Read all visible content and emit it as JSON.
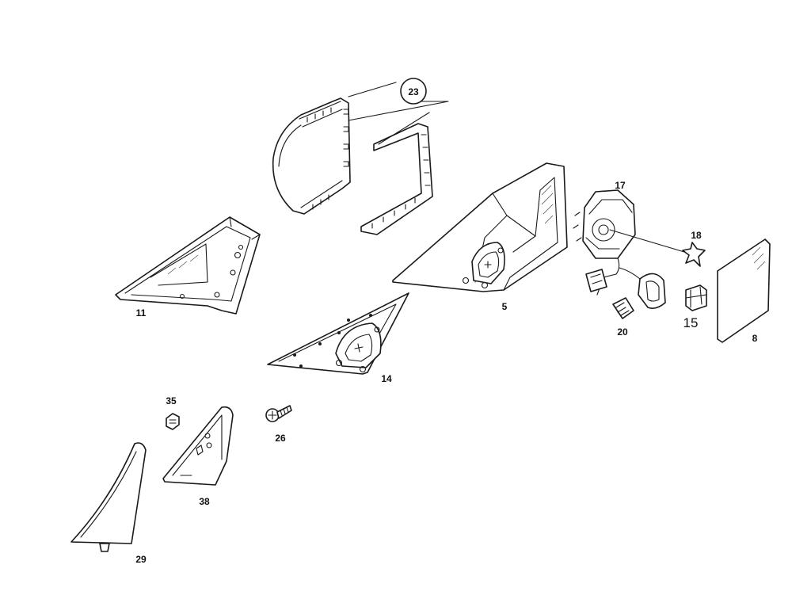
{
  "diagram": {
    "callouts": {
      "p23": "23",
      "p17": "17",
      "p18": "18",
      "p11": "11",
      "p5": "5",
      "p20": "20",
      "p15": "15",
      "p8": "8",
      "p14": "14",
      "p35": "35",
      "p26": "26",
      "p38": "38",
      "p29": "29"
    }
  }
}
